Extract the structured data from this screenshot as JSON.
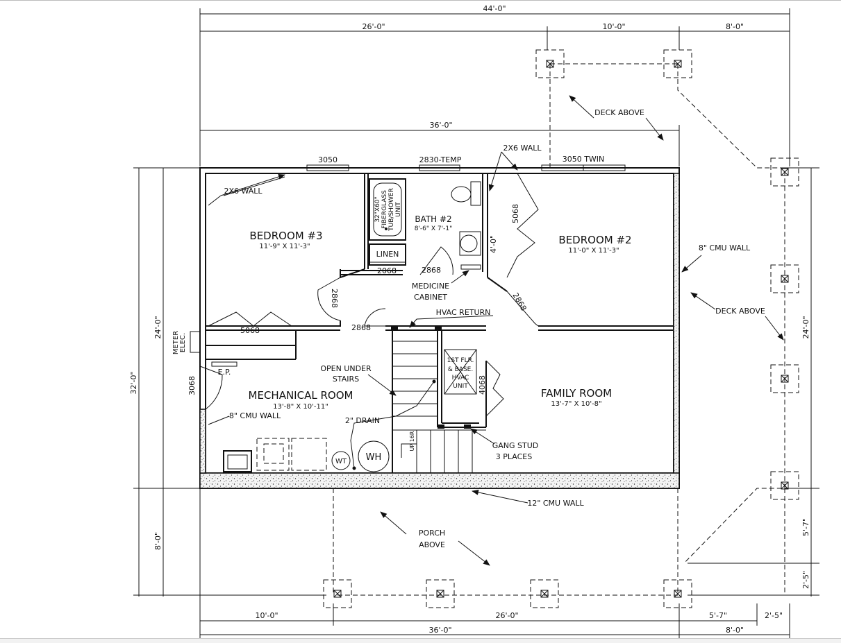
{
  "dimensions": {
    "total_top": "44'-0\"",
    "top_left": "26'-0\"",
    "top_mid": "10'-0\"",
    "top_right": "8'-0\"",
    "house_width": "36'-0\"",
    "left_total": "32'-0\"",
    "left_upper": "24'-0\"",
    "left_lower": "8'-0\"",
    "right_upper": "24'-0\"",
    "right_mid": "5'-7\"",
    "right_low": "2'-5\"",
    "bottom_a": "10'-0\"",
    "bottom_b": "26'-0\"",
    "bottom_c": "5'-7\"",
    "bottom_d": "2'-5\"",
    "bottom_total": "36'-0\"",
    "bottom_right": "8'-0\""
  },
  "rooms": {
    "bedroom3": {
      "name": "BEDROOM #3",
      "size": "11'-9\" X 11'-3\""
    },
    "bath2": {
      "name": "BATH #2",
      "size": "8'-6\" X 7'-1\""
    },
    "bedroom2": {
      "name": "BEDROOM #2",
      "size": "11'-0\" X 11'-3\""
    },
    "mechanical": {
      "name": "MECHANICAL ROOM",
      "size": "13'-8\" X 10'-11\""
    },
    "family": {
      "name": "FAMILY ROOM",
      "size": "13'-7\" X 10'-8\""
    }
  },
  "windows": {
    "w1": "3050",
    "w2": "2830-TEMP",
    "w3": "3050 TWIN"
  },
  "doors": {
    "linen_door": "2068",
    "bath_door": "2868",
    "hall_door_left": "2868",
    "hall_door_bottom": "2868",
    "bed2_door": "2868",
    "closet3": "5068",
    "closet2": "5068",
    "closet_small": "4'-0\"",
    "hvac_door": "4068",
    "mech_door": "3068"
  },
  "labels": {
    "wall_2x6_a": "2X6 WALL",
    "wall_2x6_b": "2X6 WALL",
    "deck_above_1": "DECK ABOVE",
    "deck_above_2": "DECK ABOVE",
    "cmu_8_right": "8\" CMU WALL",
    "cmu_8_left": "8\" CMU WALL",
    "cmu_12": "12\" CMU WALL",
    "porch_line1": "PORCH",
    "porch_line2": "ABOVE",
    "linen": "LINEN",
    "tub_line1": "32\"X60\"",
    "tub_line2": "FIBERGLASS",
    "tub_line3": "TUB/SHOWER",
    "tub_line4": "UNIT",
    "medicine_line1": "MEDICINE",
    "medicine_line2": "CABINET",
    "hvac_return": "HVAC RETURN",
    "open_stairs_line1": "OPEN UNDER",
    "open_stairs_line2": "STAIRS",
    "drain": "2\" DRAIN",
    "hvac_unit_line1": "1ST FLR.",
    "hvac_unit_line2": "& BASE.",
    "hvac_unit_line3": "HVAC",
    "hvac_unit_line4": "UNIT",
    "gang_stud_line1": "GANG STUD",
    "gang_stud_line2": "3 PLACES",
    "meter_line1": "METER",
    "meter_line2": "ELEC.",
    "ep": "E.P.",
    "wh": "WH",
    "wt": "WT",
    "up_stairs": "UP 16R"
  }
}
